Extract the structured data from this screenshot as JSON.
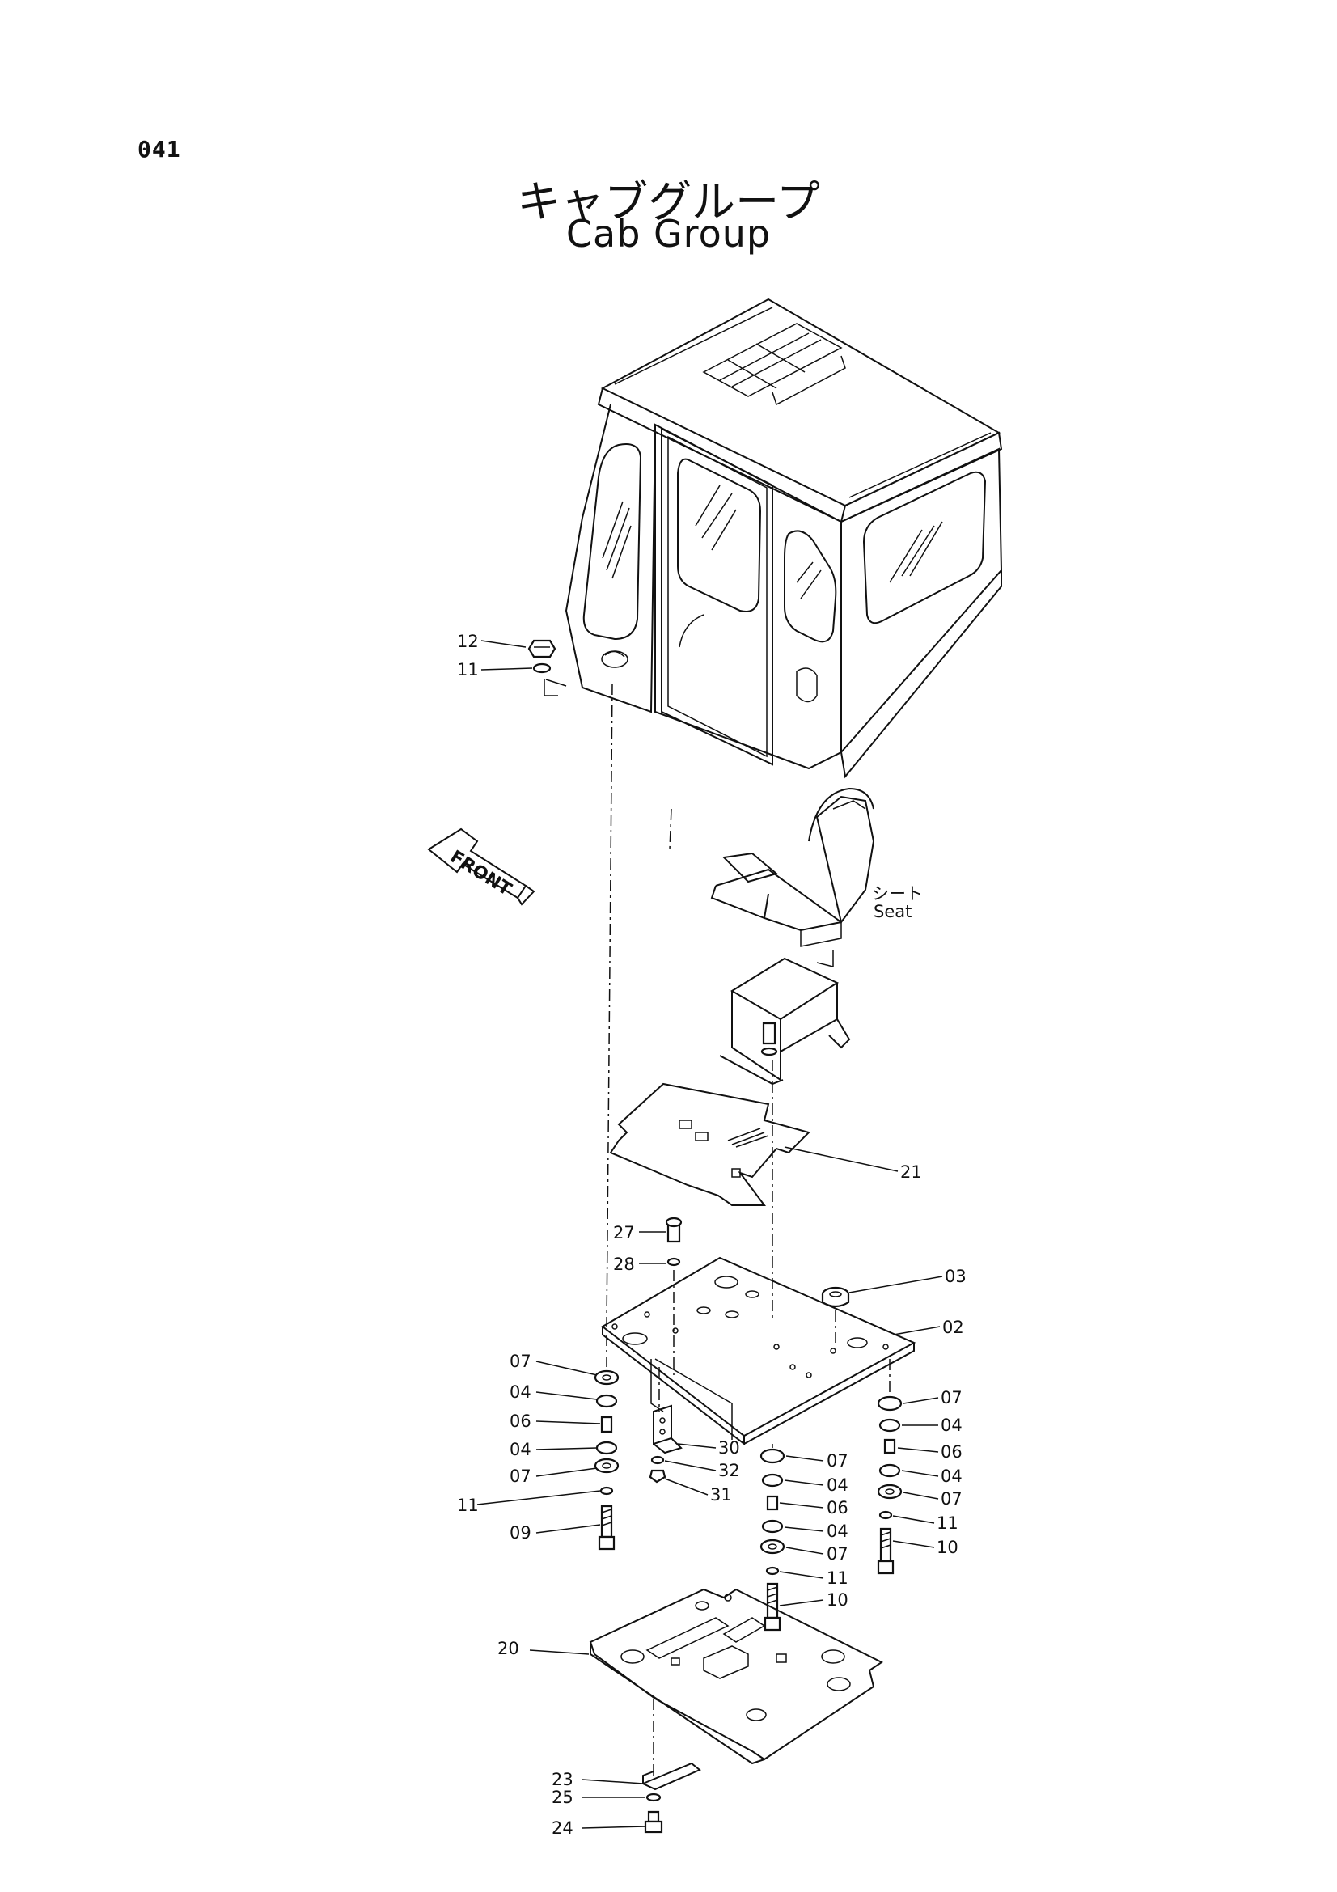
{
  "page_number": "041",
  "title": {
    "jp": "キャブグループ",
    "en": "Cab Group"
  },
  "front_marker": "FRONT",
  "seat_label": {
    "jp": "シート",
    "en": "Seat"
  },
  "callouts": {
    "c12": "12",
    "c11a": "11",
    "c21": "21",
    "c27": "27",
    "c28": "28",
    "c03": "03",
    "c02": "02",
    "l07a": "07",
    "l04a": "04",
    "l06a": "06",
    "l04b": "04",
    "l07b": "07",
    "l11b": "11",
    "l09": "09",
    "c30": "30",
    "c32": "32",
    "c31": "31",
    "m07a": "07",
    "m04a": "04",
    "m06": "06",
    "m04b": "04",
    "m07b": "07",
    "m11": "11",
    "m10": "10",
    "r07a": "07",
    "r04a": "04",
    "r06": "06",
    "r04b": "04",
    "r07b": "07",
    "r11": "11",
    "r10": "10",
    "c20": "20",
    "c23": "23",
    "c25": "25",
    "c24": "24"
  }
}
